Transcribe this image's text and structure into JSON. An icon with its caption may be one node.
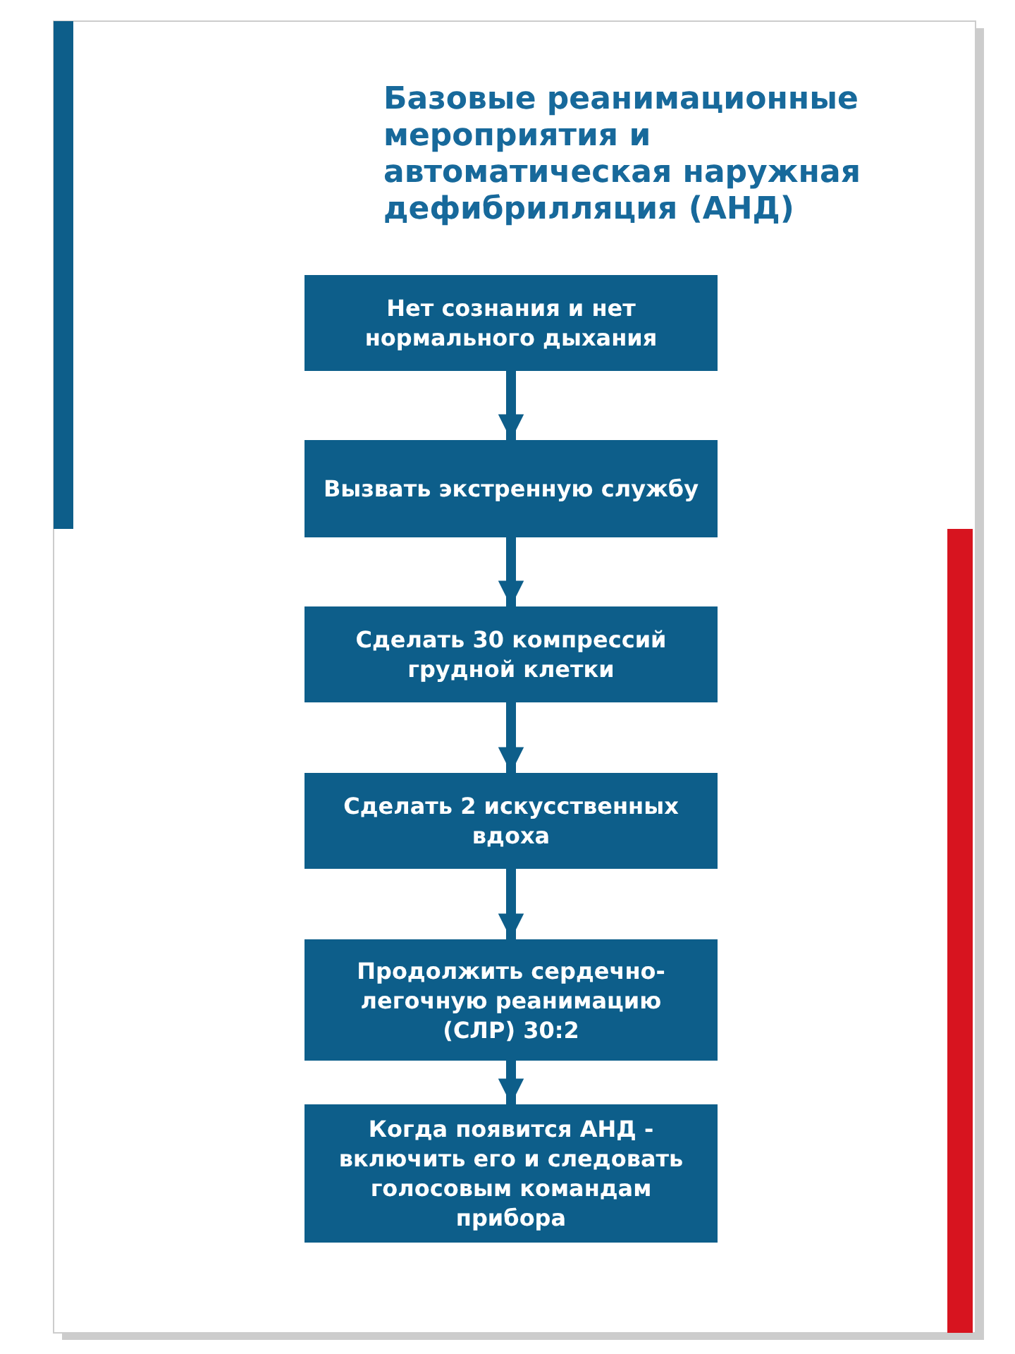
{
  "diagram": {
    "title": "Базовые реанимационные мероприятия и автоматическая наружная дефибрилляция (АНД)",
    "nodes": [
      {
        "text": [
          "Нет сознания и нет нормального дыхания"
        ]
      },
      {
        "text": [
          "Вызвать экстренную службу"
        ]
      },
      {
        "text": [
          "Сделать 30 компрессий грудной клетки"
        ]
      },
      {
        "text": [
          "Сделать 2 искусственных вдоха"
        ]
      },
      {
        "text": [
          "Продолжить сердечно-легочную реанимацию (СЛР) 30:2"
        ]
      },
      {
        "text": [
          "Когда появится АНД - включить его и следовать голосовым командам прибора"
        ]
      }
    ],
    "edges": [
      {
        "from": 0,
        "to": 1,
        "arrow": "to"
      },
      {
        "from": 1,
        "to": 2,
        "arrow": "to"
      },
      {
        "from": 2,
        "to": 3,
        "arrow": "to"
      },
      {
        "from": 3,
        "to": 4,
        "arrow": "to"
      },
      {
        "from": 4,
        "to": 5,
        "arrow": "to"
      }
    ]
  }
}
